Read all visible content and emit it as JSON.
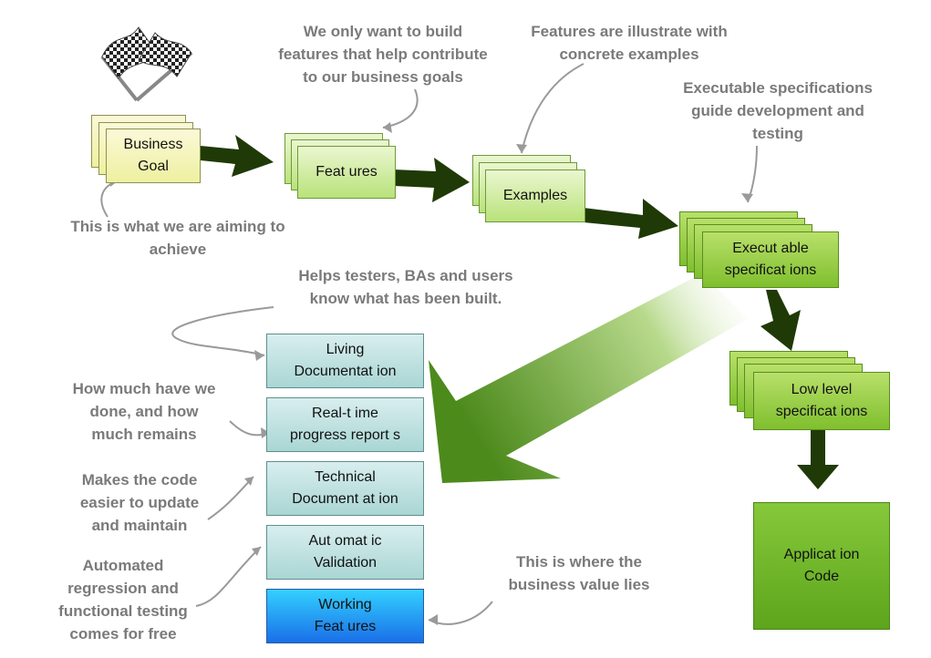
{
  "nodes": {
    "business_goal": "Business\nGoal",
    "features": "Feat ures",
    "examples": "Examples",
    "executable_specs": "Execut able\nspecificat ions",
    "low_level_specs": "Low level\nspecificat ions",
    "application_code": "Applicat ion\nCode"
  },
  "outputs": {
    "living_doc": "Living\nDocumentat ion",
    "progress_reports": "Real-t ime\nprogress report s",
    "technical_doc": "Technical\nDocument at ion",
    "automatic_validation": "Aut omat ic\nValidation",
    "working_features": "Working\nFeat ures"
  },
  "notes": {
    "goal_note": "This is what we are aiming to\nachieve",
    "features_note": "We only want to build\nfeatures that help contribute\nto our business goals",
    "examples_note": "Features are illustrate with\nconcrete examples",
    "specs_note": "Executable specifications\nguide development and\ntesting",
    "living_doc_note": "Helps testers, BAs and users\nknow what has been built.",
    "progress_note": "How much have we\ndone, and how\nmuch remains",
    "technical_note": "Makes the code\neasier to update\nand maintain",
    "validation_note": "Automated\nregression and\nfunctional testing\ncomes for free",
    "business_value_note": "This is where the\nbusiness value lies"
  },
  "colors": {
    "arrow_dark": "#1f3a06",
    "note_text": "#7a7a7a",
    "callout_line": "#9a9a9a"
  },
  "icons": [
    "checkered-flags-icon"
  ]
}
